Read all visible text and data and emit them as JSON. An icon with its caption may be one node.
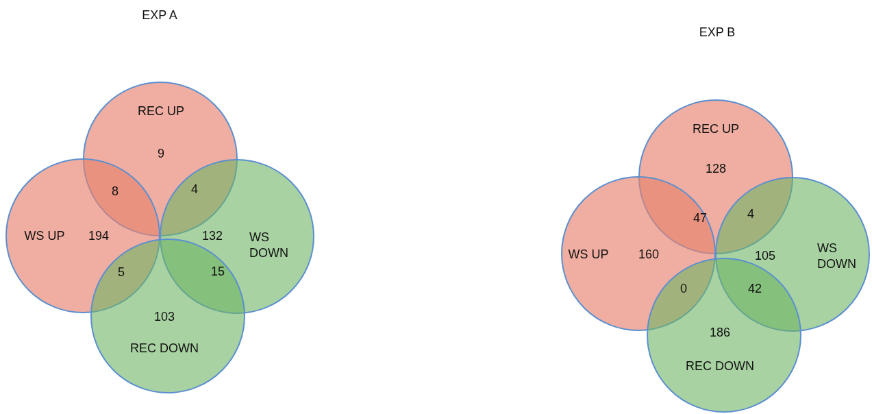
{
  "diagram": {
    "nodes": [
      {
        "text": [
          "REC UP",
          "9"
        ]
      },
      {
        "text": [
          "WS UP",
          "194"
        ]
      },
      {
        "text": [
          "132",
          "WS DOWN"
        ]
      },
      {
        "text": [
          "103",
          "REC DOWN"
        ]
      },
      {
        "text": [
          "REC UP",
          "128"
        ]
      },
      {
        "text": [
          "WS UP",
          "160"
        ]
      },
      {
        "text": [
          "105",
          "WS DOWN"
        ]
      },
      {
        "text": [
          "186",
          "REC DOWN"
        ]
      }
    ],
    "labels": [
      "EXP A",
      "8",
      "4",
      "5",
      "15",
      "EXP B",
      "47",
      "4",
      "0",
      "42"
    ]
  }
}
